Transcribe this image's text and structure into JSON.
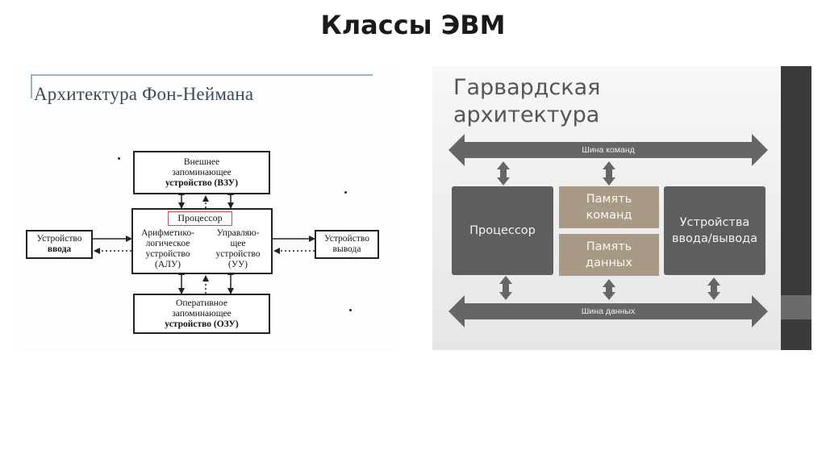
{
  "slide": {
    "title": "Классы ЭВМ"
  },
  "von_neumann": {
    "title": "Архитектура Фон-Неймана",
    "vzu": [
      "Внешнее",
      "запоминающее",
      "устройство (ВЗУ)"
    ],
    "processor": "Процессор",
    "alu": [
      "Арифметико-",
      "логическое",
      "устройство",
      "(АЛУ)"
    ],
    "uu": [
      "Управляю-",
      "щее",
      "устройство",
      "(УУ)"
    ],
    "ozu": [
      "Оперативное",
      "запоминающее",
      "устройство (ОЗУ)"
    ],
    "input": [
      "Устройство",
      "ввода"
    ],
    "output": [
      "Устройство",
      "вывода"
    ]
  },
  "harvard": {
    "title_line1": "Гарвардская",
    "title_line2": "архитектура",
    "bus_commands": "Шина команд",
    "bus_data": "Шина данных",
    "processor": "Процессор",
    "mem_commands": [
      "Память",
      "команд"
    ],
    "mem_data": [
      "Память",
      "данных"
    ],
    "io_devices": [
      "Устройства",
      "ввода/вывода"
    ],
    "colors": {
      "dark": "#5e5e5e",
      "tan": "#a89a86",
      "bus": "#666666",
      "panel": "#eeeeee"
    }
  }
}
